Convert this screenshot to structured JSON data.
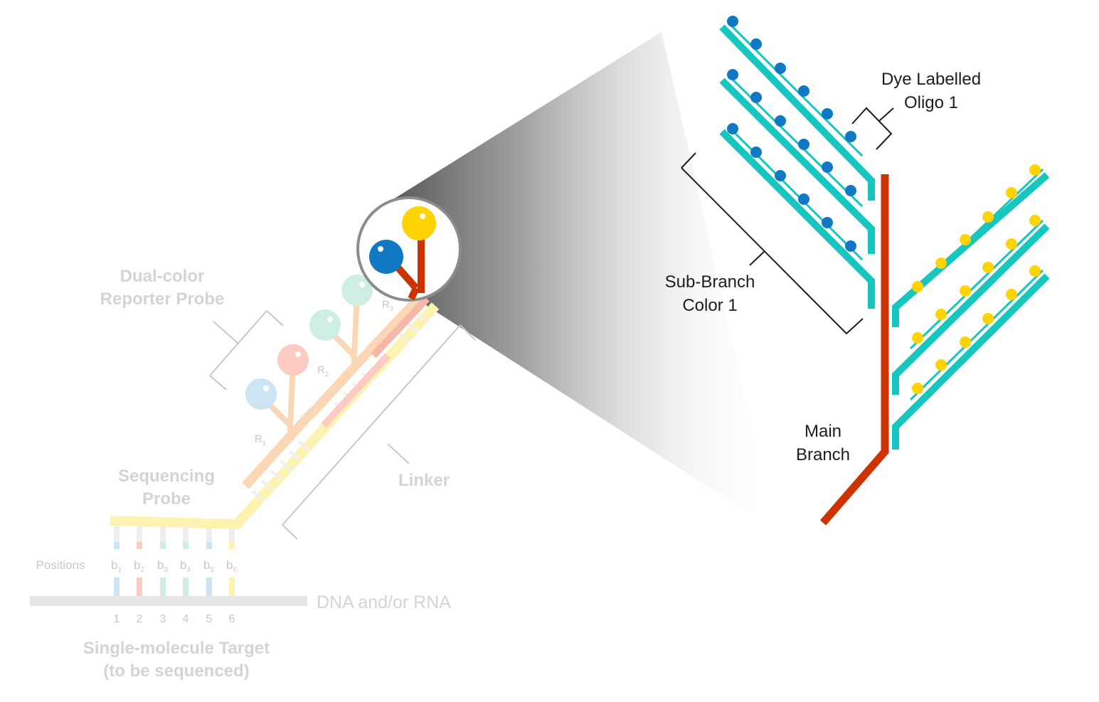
{
  "labels": {
    "reporter_probe_l1": "Dual-color",
    "reporter_probe_l2": "Reporter Probe",
    "sequencing_probe_l1": "Sequencing",
    "sequencing_probe_l2": "Probe",
    "linker": "Linker",
    "positions": "Positions",
    "dna_rna": "DNA and/or RNA",
    "target_l1": "Single-molecule Target",
    "target_l2": "(to be sequenced)",
    "r1": "R",
    "r1_sub": "1",
    "r2": "R",
    "r2_sub": "2",
    "r3": "R",
    "r3_sub": "3",
    "b_letter": "b",
    "b_subs": [
      "1",
      "2",
      "3",
      "4",
      "5",
      "6"
    ],
    "position_numbers": [
      "1",
      "2",
      "3",
      "4",
      "5",
      "6"
    ],
    "dye_oligo_l1": "Dye Labelled",
    "dye_oligo_l2": "Oligo 1",
    "sub_branch_l1": "Sub-Branch",
    "sub_branch_l2": "Color 1",
    "main_branch_l1": "Main",
    "main_branch_l2": "Branch"
  },
  "colors": {
    "teal": "#17c7bf",
    "red_branch": "#cc3300",
    "blue_dye": "#1179c4",
    "yellow_dye": "#ffd400",
    "faded_yellow": "#fdf3b0",
    "faded_orange": "#fbd7b5",
    "faded_blue": "#cde4f2",
    "faded_red": "#fccbc2",
    "faded_green": "#cdeee0",
    "gray_strand": "#e6e6e6"
  }
}
